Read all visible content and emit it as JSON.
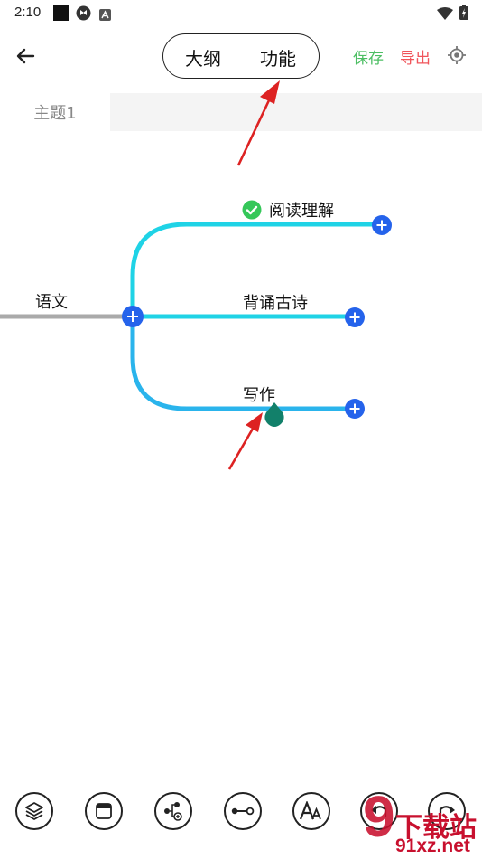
{
  "status_bar": {
    "time": "2:10"
  },
  "header": {
    "segments": [
      {
        "label": "大纲"
      },
      {
        "label": "功能"
      }
    ],
    "save_label": "保存",
    "export_label": "导出",
    "colors": {
      "save": "#4cbe63",
      "export": "#f0555b"
    }
  },
  "tabs": [
    {
      "label": "主题1"
    }
  ],
  "mindmap": {
    "root": {
      "label": "语文"
    },
    "children": [
      {
        "label": "阅读理解",
        "icon": "check-circle-icon"
      },
      {
        "label": "背诵古诗"
      },
      {
        "label": "写作"
      }
    ],
    "colors": {
      "branch": "#1fd3e6",
      "branch_bottom": "#2ab4ec",
      "root_line": "#aaaaaa",
      "plus": "#2563eb",
      "marker": "#12806a",
      "check": "#35c759"
    }
  },
  "watermark": {
    "brand": "下载站",
    "domain": "91xz.net",
    "digit": "9"
  }
}
